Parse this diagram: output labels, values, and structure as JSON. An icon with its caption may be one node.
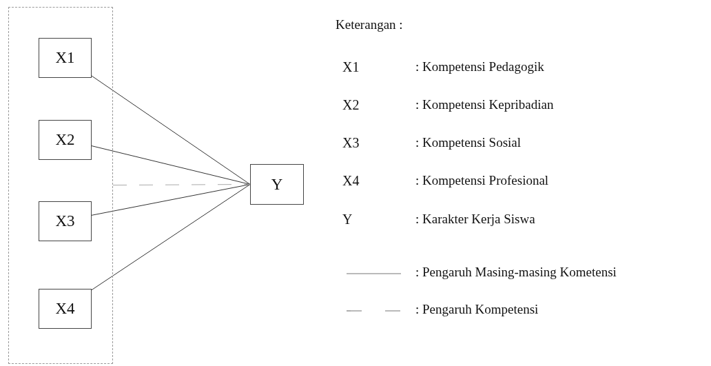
{
  "diagram": {
    "nodes": [
      {
        "text": [],
        "shape": "box"
      },
      {
        "text": [
          "X1"
        ],
        "in": 0
      },
      {
        "text": [
          "X2"
        ],
        "in": 0
      },
      {
        "text": [
          "X3"
        ],
        "in": 0
      },
      {
        "text": [
          "X4"
        ],
        "in": 0
      },
      {
        "text": [
          "Y"
        ]
      }
    ],
    "edges": [
      {
        "from": 1,
        "to": 5,
        "arrow": "none"
      },
      {
        "from": 2,
        "to": 5,
        "arrow": "none"
      },
      {
        "from": 3,
        "to": 5,
        "arrow": "none"
      },
      {
        "from": 4,
        "to": 5,
        "arrow": "none"
      },
      {
        "from": 0,
        "to": 5,
        "arrow": "none",
        "style": "dashed",
        "color": "#aaaaaa"
      }
    ],
    "labels": [
      "Keterangan :",
      "X1",
      ": Kompetensi Pedagogik",
      "X2",
      ": Kompetensi Kepribadian",
      "X3",
      ": Kompetensi Sosial",
      "X4",
      ": Kompetensi Profesional",
      "Y",
      ": Karakter Kerja Siswa"
    ],
    "legend": [
      {
        "text": ": Pengaruh Masing-masing Kometensi"
      },
      {
        "text": ": Pengaruh Kompetensi"
      }
    ]
  }
}
